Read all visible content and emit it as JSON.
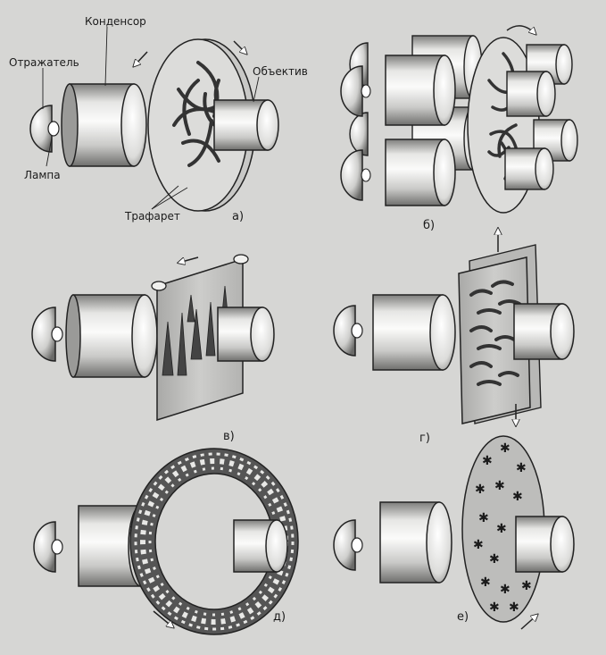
{
  "labels": {
    "condenser": "Конденсор",
    "reflector": "Отражатель",
    "objective": "Объектив",
    "lamp": "Лампа",
    "stencil": "Трафарет"
  },
  "panels": {
    "a": "а)",
    "b": "б)",
    "v": "в)",
    "g": "г)",
    "d": "д)",
    "e": "е)"
  },
  "colors": {
    "background": "#d6d6d4",
    "ink": "#1b1b1b",
    "metal_light": "#f4f4f2",
    "metal_dark": "#8a8a88"
  }
}
